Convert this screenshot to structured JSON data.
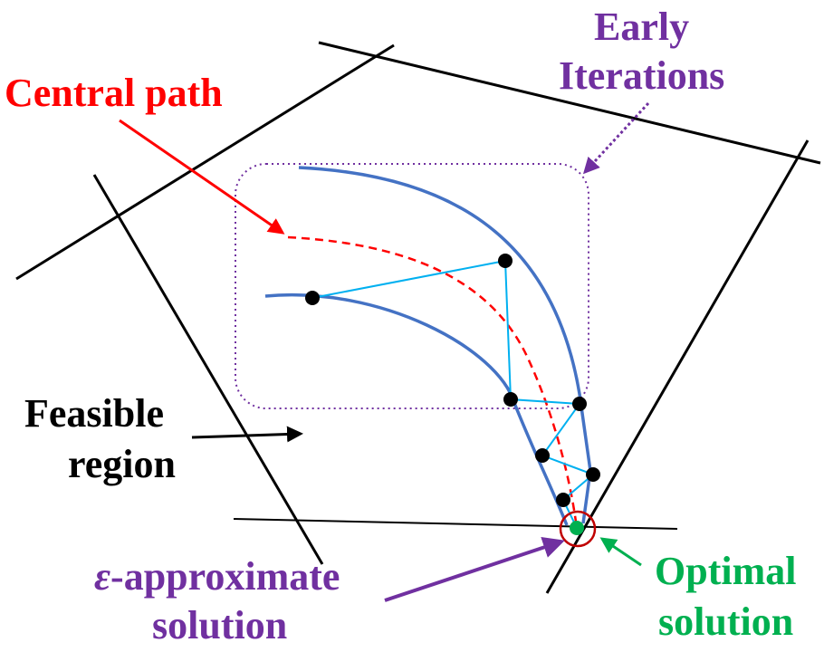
{
  "labels": {
    "central_path": "Central path",
    "early_iterations_line1": "Early",
    "early_iterations_line2": "Iterations",
    "feasible_region_line1": "Feasible",
    "feasible_region_line2": "region",
    "epsilon_symbol": "ε",
    "epsilon_line1_rest": "-approximate",
    "epsilon_line2": "solution",
    "optimal_line1": "Optimal",
    "optimal_line2": "solution"
  },
  "colors": {
    "central_path": "#ff0000",
    "early_iterations": "#7030a0",
    "feasible_region": "#000000",
    "epsilon_approximate": "#7030a0",
    "optimal_solution": "#00b050",
    "boundary_curves": "#4472c4",
    "iteration_links": "#00b0f0",
    "constraint_lines": "#000000",
    "iterate_points": "#000000",
    "epsilon_circle": "#c00000"
  },
  "icons": {
    "iterate_points": "black-filled-circle",
    "optimal_point": "green-filled-circle",
    "epsilon_region": "dark-red-circle-outline"
  }
}
